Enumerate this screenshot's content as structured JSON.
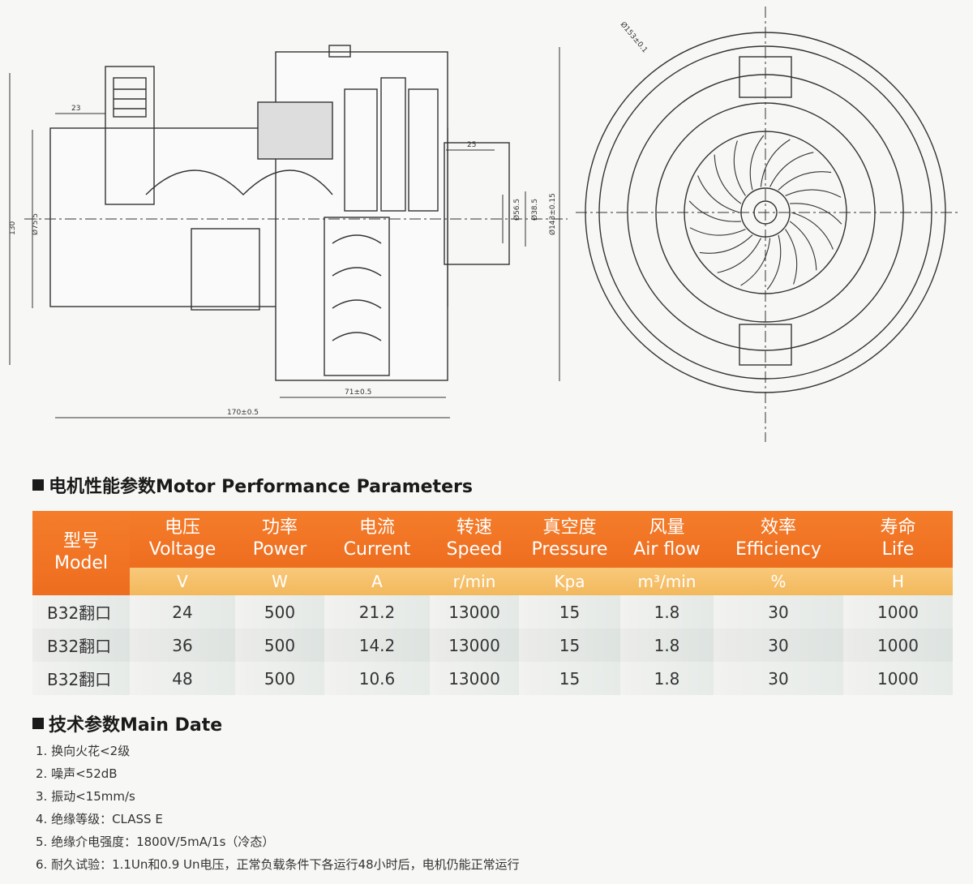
{
  "drawing": {
    "dims": {
      "top_left_23": "23",
      "top_right_25": "25",
      "left_height": "130",
      "left_dia": "Ø75.5",
      "right_dia1": "Ø56.5",
      "right_dia2": "Ø38.5",
      "right_height": "Ø143±0.15",
      "bottom_inner": "71±0.5",
      "bottom_outer": "170±0.5",
      "circle_dia": "Ø153±0.1"
    }
  },
  "performance": {
    "title": "电机性能参数Motor Performance Parameters",
    "headers": [
      {
        "cn": "型号",
        "en": "Model",
        "unit": ""
      },
      {
        "cn": "电压",
        "en": "Voltage",
        "unit": "V"
      },
      {
        "cn": "功率",
        "en": "Power",
        "unit": "W"
      },
      {
        "cn": "电流",
        "en": "Current",
        "unit": "A"
      },
      {
        "cn": "转速",
        "en": "Speed",
        "unit": "r/min"
      },
      {
        "cn": "真空度",
        "en": "Pressure",
        "unit": "Kpa"
      },
      {
        "cn": "风量",
        "en": "Air flow",
        "unit": "m³/min"
      },
      {
        "cn": "效率",
        "en": "Efficiency",
        "unit": "%"
      },
      {
        "cn": "寿命",
        "en": "Life",
        "unit": "H"
      }
    ],
    "rows": [
      [
        "B32翻口",
        "24",
        "500",
        "21.2",
        "13000",
        "15",
        "1.8",
        "30",
        "1000"
      ],
      [
        "B32翻口",
        "36",
        "500",
        "14.2",
        "13000",
        "15",
        "1.8",
        "30",
        "1000"
      ],
      [
        "B32翻口",
        "48",
        "500",
        "10.6",
        "13000",
        "15",
        "1.8",
        "30",
        "1000"
      ]
    ]
  },
  "main": {
    "title": "技术参数Main Date",
    "items": [
      "1. 换向火花<2级",
      "2. 噪声<52dB",
      "3. 振动<15mm/s",
      "4. 绝缘等级：CLASS E",
      "5. 绝缘介电强度：1800V/5mA/1s（冷态）",
      "6. 耐久试验：1.1Un和0.9 Un电压，正常负载条件下各运行48小时后，电机仍能正常运行"
    ]
  }
}
